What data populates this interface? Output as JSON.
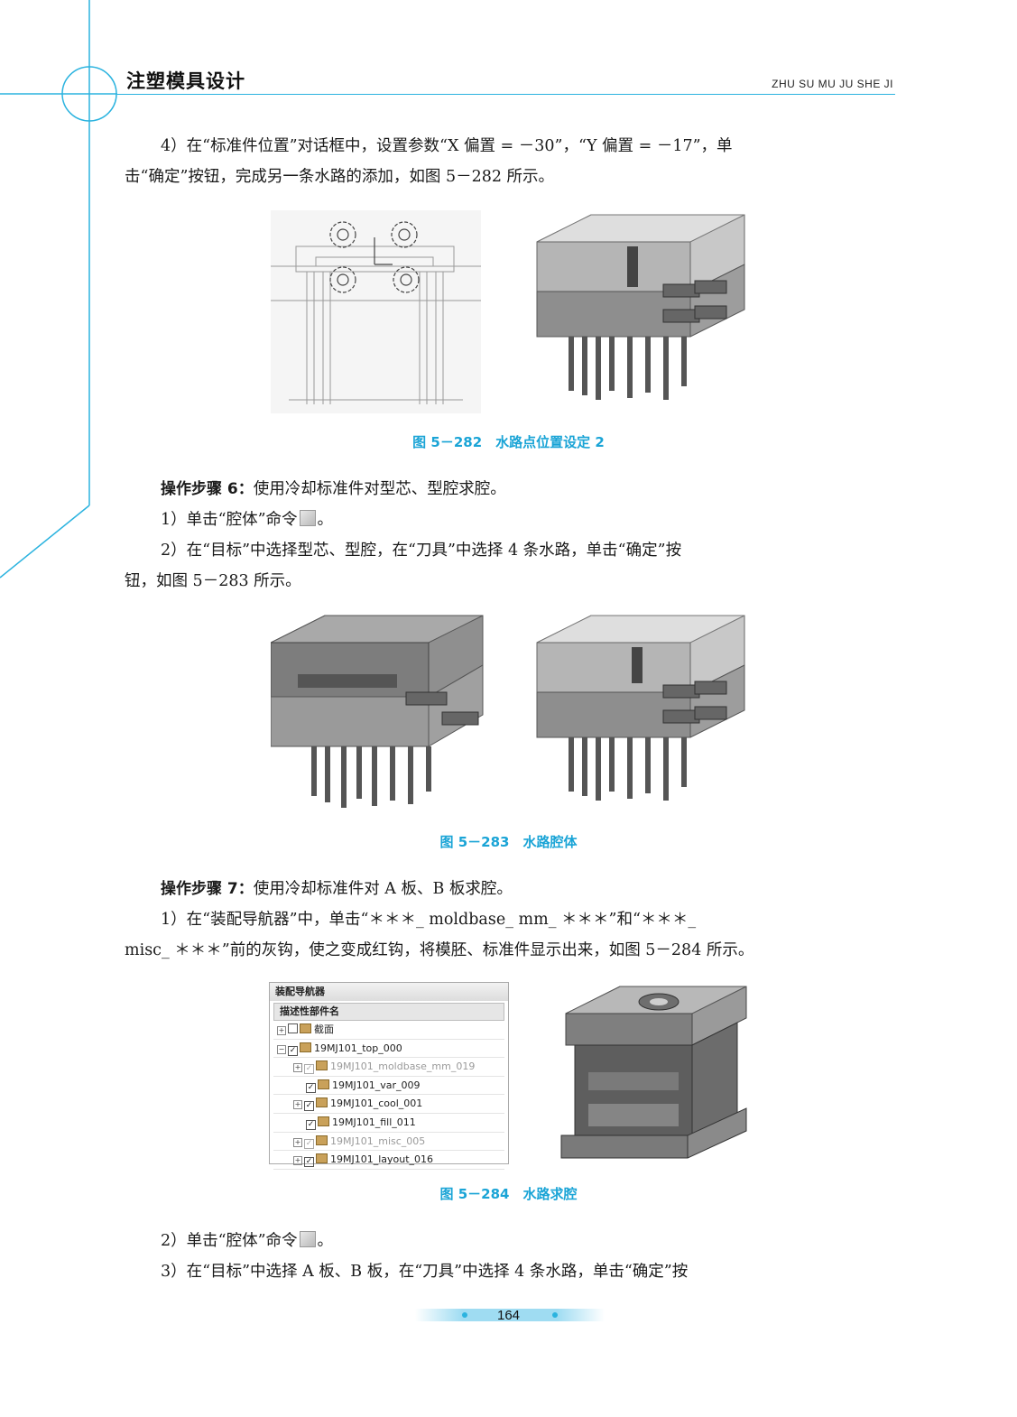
{
  "header": {
    "title": "注塑模具设计",
    "subtitle": "ZHU SU MU JU SHE JI"
  },
  "section1": {
    "line1": "4）在“标准件位置”对话框中，设置参数“X 偏置 = －30”，“Y 偏置 = －17”，单",
    "line2": "击“确定”按钮，完成另一条水路的添加，如图 5－282 所示。"
  },
  "figure282": {
    "caption": "图 5－282　水路点位置设定 2"
  },
  "step6": {
    "label": "操作步骤 6：",
    "text": "使用冷却标准件对型芯、型腔求腔。",
    "item1_pre": "1）单击“腔体”命令",
    "item1_post": "。",
    "item2_line1": "2）在“目标”中选择型芯、型腔，在“刀具”中选择 4 条水路，单击“确定”按",
    "item2_line2": "钮，如图 5－283 所示。"
  },
  "figure283": {
    "caption": "图 5－283　水路腔体"
  },
  "step7": {
    "label": "操作步骤 7：",
    "text": "使用冷却标准件对 A 板、B 板求腔。",
    "item1_line1": "1）在“装配导航器”中，单击“＊＊＊_ moldbase_ mm_ ＊＊＊”和“＊＊＊_",
    "item1_line2": "misc_ ＊＊＊”前的灰钩，使之变成红钩，将模胚、标准件显示出来，如图 5－284 所示。"
  },
  "navigator": {
    "title": "装配导航器",
    "column_header": "描述性部件名",
    "rows": [
      "截面",
      "19MJ101_top_000",
      "19MJ101_moldbase_mm_019",
      "19MJ101_var_009",
      "19MJ101_cool_001",
      "19MJ101_fill_011",
      "19MJ101_misc_005",
      "19MJ101_layout_016"
    ]
  },
  "figure284": {
    "caption": "图 5－284　水路求腔"
  },
  "section_end": {
    "item2_pre": "2）单击“腔体”命令",
    "item2_post": "。",
    "item3": "3）在“目标”中选择 A 板、B 板，在“刀具”中选择 4 条水路，单击“确定”按"
  },
  "page_number": "164",
  "colors": {
    "accent": "#2bb3df",
    "caption": "#1aa4d6"
  }
}
